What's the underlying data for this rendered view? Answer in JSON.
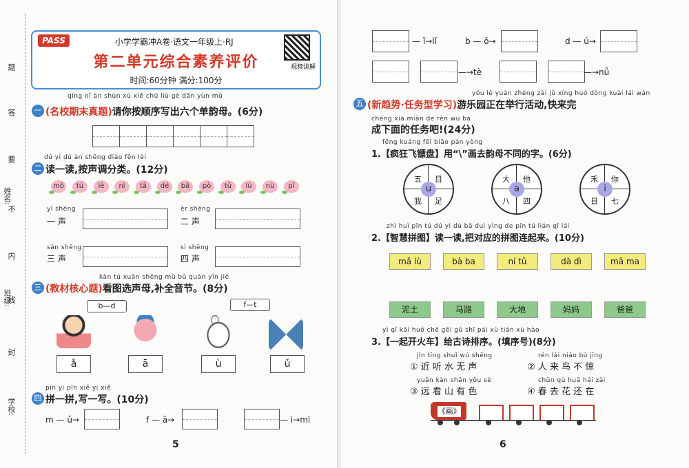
{
  "sidebar": [
    "题",
    "答",
    "要",
    "不",
    "内",
    "线",
    "封",
    "学校:",
    "班级:",
    "姓名:"
  ],
  "header": {
    "logo": "PASS",
    "top_line": "小学学霸冲A卷·语文一年级上·RJ",
    "title": "第二单元综合素养评价",
    "subtitle": "时间:60分钟      满分:100分",
    "qr_label": "视频讲解"
  },
  "q1": {
    "num": "一",
    "tag": "(名校期末真题)",
    "pinyin": "qǐng nǐ àn shùn xù xiě chū liù gè dān yùn mǔ",
    "text": "请你按顺序写出六个单韵母。(6分)"
  },
  "q2": {
    "num": "二",
    "pinyin": "dú yi dú  àn shēng diào fēn lèi",
    "text": "读一读,按声调分类。(12分)",
    "peaches": [
      "mō",
      "tú",
      "lè",
      "nì",
      "tā",
      "dé",
      "bǎ",
      "pò",
      "tǔ",
      "lù",
      "nù",
      "pī"
    ],
    "tones": [
      {
        "py": "yī shēng",
        "label": "一 声"
      },
      {
        "py": "èr shēng",
        "label": "二 声"
      },
      {
        "py": "sān shēng",
        "label": "三 声"
      },
      {
        "py": "sì shēng",
        "label": "四 声"
      }
    ]
  },
  "q3": {
    "num": "三",
    "tag": "(教材核心题)",
    "pinyin": "kàn tú xuǎn shēng mǔ  bǔ quán yīn jié",
    "text": "看图选声母,补全音节。(8分)",
    "options": [
      "b—d",
      "f—t"
    ],
    "vowels": [
      "ǎ",
      "ā",
      "ù",
      "ǔ"
    ]
  },
  "q4": {
    "num": "四",
    "pinyin": "pīn yi pīn  xiě yi xiě",
    "text": "拼一拼,写一写。(10分)",
    "items": [
      "m — ǔ→",
      "f — ā→",
      "— ì→mì"
    ]
  },
  "right_top": [
    "— ǐ→lǐ",
    "b — ō→",
    "d — ú→",
    "—→tè",
    "—→nǚ"
  ],
  "q5": {
    "num": "五",
    "tag": "(新趋势·任务型学习)",
    "pinyin1": "yóu lè yuán zhèng zài jǔ xíng huó dòng  kuài lái wán",
    "text1": "游乐园正在举行活动,快来完",
    "pinyin2": "chéng xià miàn de rèn wu ba",
    "text2": "成下面的任务吧!(24分)",
    "sub1_pinyin": "fēng kuáng fēi biāo pán yòng",
    "sub1_text": "1.【疯狂飞镖盘】用“\\”画去韵母不同的字。(6分)",
    "wheels": [
      {
        "center": "u",
        "chars": [
          "五",
          "目",
          "我",
          "足"
        ]
      },
      {
        "center": "a",
        "chars": [
          "大",
          "他",
          "八",
          "四"
        ]
      },
      {
        "center": "i",
        "chars": [
          "禾",
          "你",
          "日",
          "七"
        ]
      }
    ],
    "sub2_pinyin": "zhì huì pīn tú  dú yi dú  bǎ duì yìng de pīn tú lián qǐ lái",
    "sub2_text": "2.【智慧拼图】读一读,把对应的拼图连起来。(10分)",
    "puzzles_top": [
      "mǎ lù",
      "bà ba",
      "ní tǔ",
      "dà dì",
      "mā ma"
    ],
    "puzzles_bottom": [
      "泥土",
      "马路",
      "大地",
      "妈妈",
      "爸爸"
    ],
    "sub3_pinyin": "yì qǐ kāi huǒ chē  gěi gǔ shī pái xù  tián xù hào",
    "sub3_text": "3.【一起开火车】给古诗排序。(填序号)(8分)",
    "poems": [
      {
        "py": "jìn tīng shuǐ wú shēng",
        "text": "① 近 听 水 无 声"
      },
      {
        "py": "rén lái niǎo bù jīng",
        "text": "② 人 来 鸟 不 惊"
      },
      {
        "py": "yuǎn kàn shān yǒu sè",
        "text": "③ 远 看 山 有 色"
      },
      {
        "py": "chūn qù huā hái zài",
        "text": "④ 春 去 花 还 在"
      }
    ],
    "train_label": "《画》"
  },
  "page_left": "5",
  "page_right": "6",
  "colors": {
    "accent_red": "#d23a2a",
    "badge_blue": "#3f7fc7",
    "frame_blue": "#4a8fd0"
  }
}
